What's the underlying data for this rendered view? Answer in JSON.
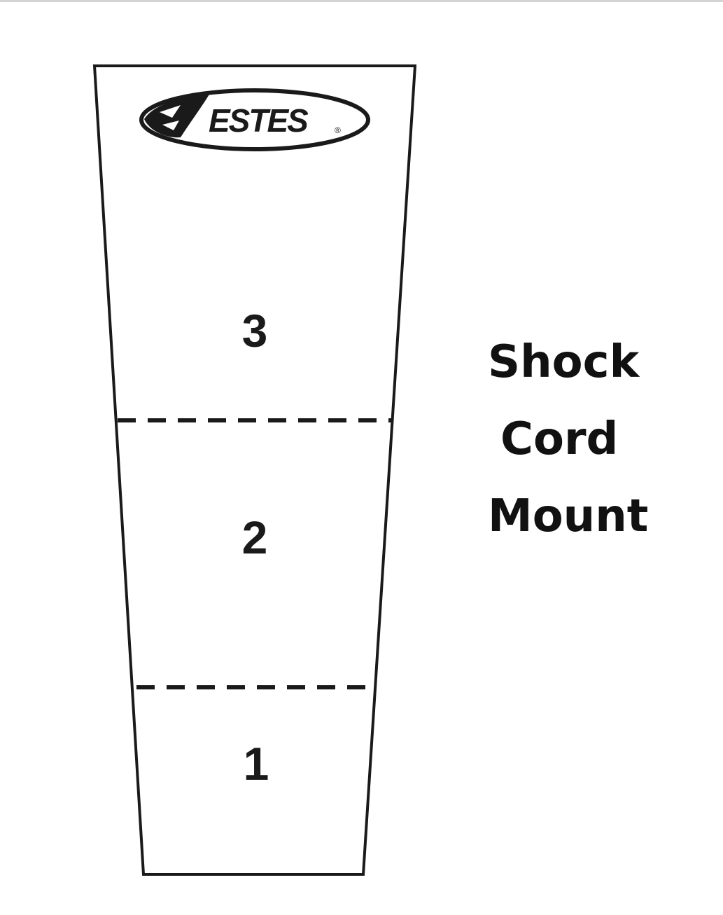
{
  "logo": {
    "brand": "ESTES"
  },
  "sections": [
    {
      "number": "3"
    },
    {
      "number": "2"
    },
    {
      "number": "1"
    }
  ],
  "label": {
    "lines": [
      "Shock",
      "Cord",
      "Mount"
    ]
  },
  "colors": {
    "outline": "#1a1a1a",
    "background": "#ffffff"
  }
}
